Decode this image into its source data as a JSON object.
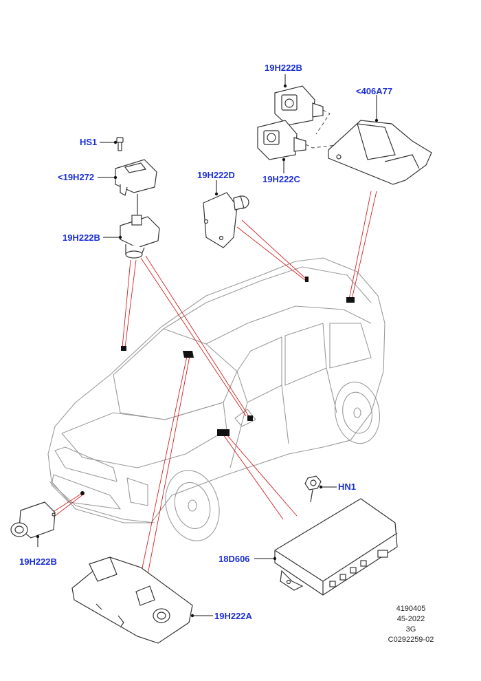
{
  "callouts": {
    "c19H222B_top": "19H222B",
    "c406A77": "<406A77",
    "c19H222C": "19H222C",
    "cHS1": "HS1",
    "c19H272": "<19H272",
    "c19H222D": "19H222D",
    "c19H222B_mid": "19H222B",
    "cHN1": "HN1",
    "c18D606": "18D606",
    "c19H222B_bottom": "19H222B",
    "c19H222A": "19H222A"
  },
  "info_block": [
    "4190405",
    "45-2022",
    "3G",
    "C0292259-02"
  ],
  "colors": {
    "callout_text": "#1b2fd6",
    "leader_red": "#d42020",
    "outline": "#333333",
    "car_outline": "#9a9a9a"
  }
}
